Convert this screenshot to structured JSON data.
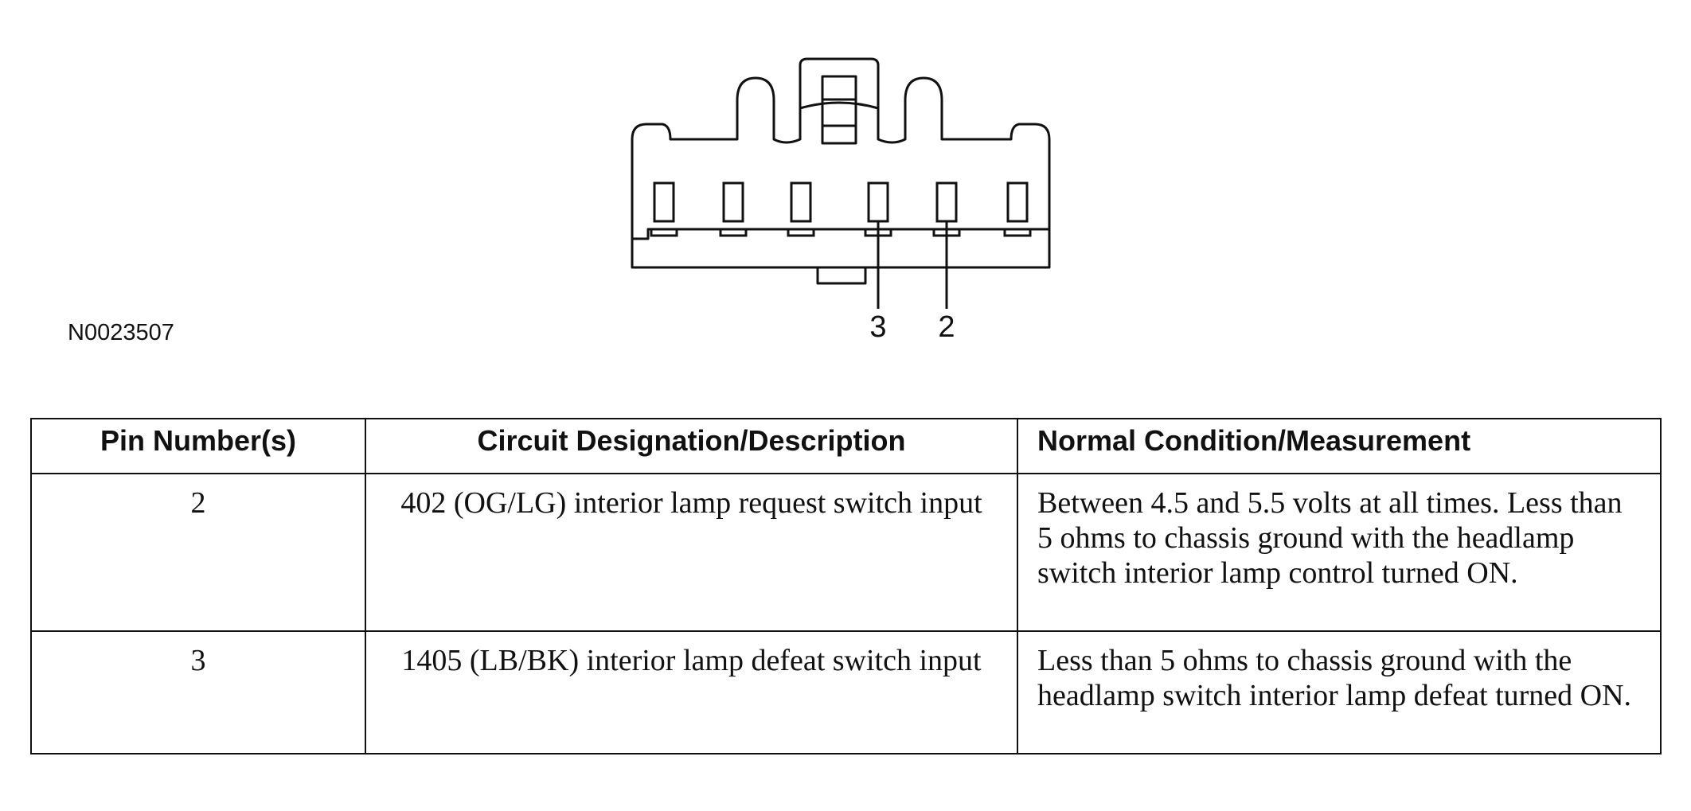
{
  "figure_id": "N0023507",
  "connector": {
    "callouts": [
      "3",
      "2"
    ]
  },
  "table": {
    "headers": [
      "Pin Number(s)",
      "Circuit Designation/Description",
      "Normal Condition/Measurement"
    ],
    "rows": [
      {
        "pin": "2",
        "circuit": "402 (OG/LG) interior lamp request switch input",
        "condition": "Between 4.5 and 5.5 volts at all times. Less than 5 ohms to chassis ground with the headlamp switch interior lamp control turned ON."
      },
      {
        "pin": "3",
        "circuit": "1405 (LB/BK) interior lamp defeat switch input",
        "condition": "Less than 5 ohms to chassis ground with the headlamp switch interior lamp defeat turned ON."
      }
    ]
  }
}
